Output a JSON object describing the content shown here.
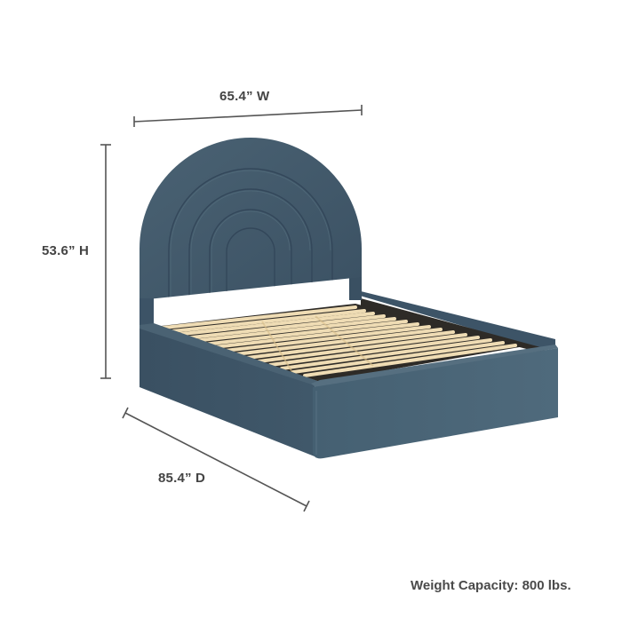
{
  "product": {
    "name": "Arched upholstered platform bed",
    "color_name": "Slate blue velvet",
    "colors": {
      "upholstery": "#3f5666",
      "upholstery_light": "#4d6576",
      "upholstery_dark": "#33475a",
      "slats": "#efdcb4",
      "slats_shadow": "#d9bf8c",
      "interior_dark": "#2e2b27",
      "dimension_line": "#555555",
      "text": "#444444"
    }
  },
  "dimensions": {
    "width_label": "65.4” W",
    "height_label": "53.6” H",
    "depth_label": "85.4” D"
  },
  "specs": {
    "weight_capacity": "Weight Capacity: 800 lbs."
  }
}
